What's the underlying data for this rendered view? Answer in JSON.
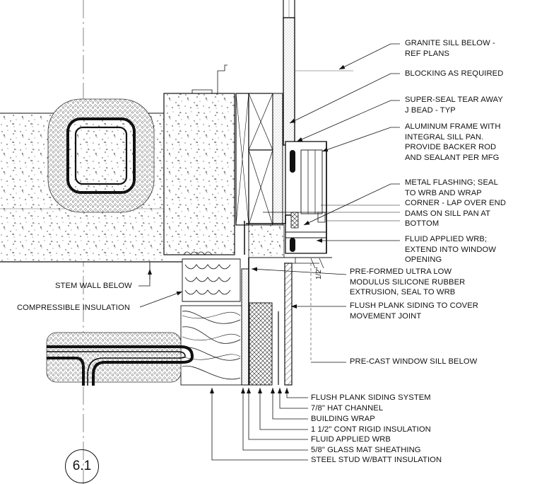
{
  "labels": {
    "granite_sill": "GRANITE SILL BELOW -\nREF PLANS",
    "blocking": "BLOCKING AS REQUIRED",
    "jbead": "SUPER-SEAL TEAR AWAY\nJ BEAD - TYP",
    "aluminum_frame": "ALUMINUM FRAME WITH\nINTEGRAL SILL PAN.\nPROVIDE BACKER ROD\nAND SEALANT PER MFG",
    "metal_flashing": "METAL FLASHING; SEAL\nTO WRB AND WRAP\nCORNER - LAP OVER END\nDAMS ON SILL PAN AT\nBOTTOM",
    "fluid_wrb_top": "FLUID APPLIED WRB;\nEXTEND INTO WINDOW\nOPENING",
    "preformed": "PRE-FORMED ULTRA LOW\nMODULUS SILICONE RUBBER\nEXTRUSION, SEAL TO WRB",
    "flush_plank_cover": "FLUSH PLANK SIDING TO COVER\nMOVEMENT JOINT",
    "precast": "PRE-CAST WINDOW SILL BELOW",
    "stem_wall": "STEM WALL BELOW",
    "compressible": "COMPRESSIBLE INSULATION",
    "dimension": "1/2\"",
    "bottom_callouts": [
      "FLUSH PLANK SIDING SYSTEM",
      "7/8\" HAT CHANNEL",
      "BUILDING WRAP",
      "1 1/2\" CONT RIGID INSULATION",
      "FLUID APPLIED WRB",
      "5/8\" GLASS MAT SHEATHING",
      "STEEL STUD W/BATT INSULATION"
    ]
  },
  "detail_tag": "6.1"
}
